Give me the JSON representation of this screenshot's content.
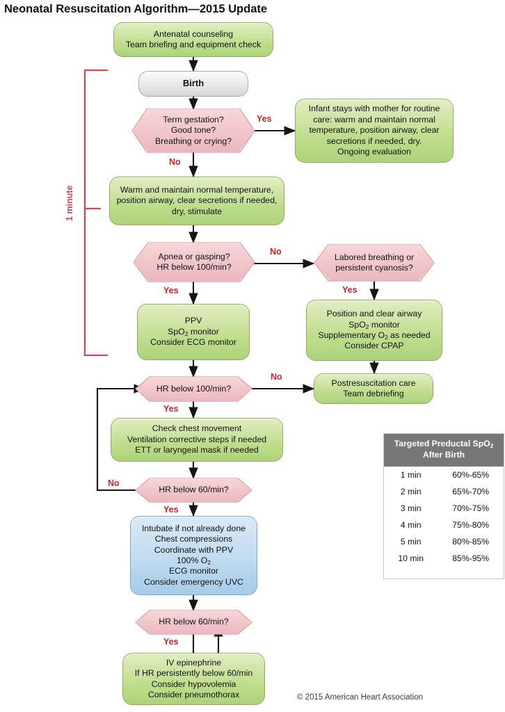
{
  "title": "Neonatal Resuscitation Algorithm—2015 Update",
  "copyright": "© 2015 American Heart Association",
  "colors": {
    "green_fill": "#c5e094",
    "blue_fill": "#c0dbf0",
    "grey_fill": "#e6e6e7",
    "pink_fill": "#f1c6ca",
    "label_red": "#d01f28",
    "bracket_red": "#d6474e",
    "table_header": "#77777a",
    "arrow_black": "#151515"
  },
  "bracket": {
    "label": "1 minute"
  },
  "nodes": {
    "antenatal": {
      "text": "Antenatal counseling\nTeam briefing and equipment check",
      "type": "process",
      "color": "green"
    },
    "birth": {
      "text": "Birth",
      "type": "terminator",
      "color": "grey"
    },
    "term_gestation": {
      "text": "Term gestation?\nGood tone?\nBreathing or crying?",
      "type": "decision"
    },
    "infant_stays": {
      "text": "Infant stays with mother for routine care: warm and maintain normal temperature, position airway, clear secretions if needed, dry.\nOngoing evaluation",
      "type": "process",
      "color": "green"
    },
    "warm_maintain": {
      "text": "Warm and maintain normal temperature, position airway, clear secretions if needed, dry, stimulate",
      "type": "process",
      "color": "green"
    },
    "apnea": {
      "text": "Apnea or gasping?\nHR below 100/min?",
      "type": "decision"
    },
    "labored": {
      "text": "Labored breathing or\npersistent cyanosis?",
      "type": "decision"
    },
    "ppv": {
      "text": "PPV\nSpO2 monitor\nConsider ECG monitor",
      "type": "process",
      "color": "green",
      "lines": [
        "PPV",
        "SpO|2| monitor",
        "Consider ECG monitor"
      ]
    },
    "position_clear": {
      "text": "Position and clear airway\nSpO2 monitor\nSupplementary O2 as needed\nConsider CPAP",
      "type": "process",
      "color": "green",
      "lines": [
        "Position and clear airway",
        "SpO|2| monitor",
        "Supplementary O|2| as needed",
        "Consider CPAP"
      ]
    },
    "hr100": {
      "text": "HR below 100/min?",
      "type": "decision"
    },
    "postresus": {
      "text": "Postresuscitation care\nTeam debriefing",
      "type": "process",
      "color": "green"
    },
    "check_chest": {
      "text": "Check chest movement\nVentilation corrective steps if needed\nETT or laryngeal mask if needed",
      "type": "process",
      "color": "green"
    },
    "hr60_a": {
      "text": "HR below 60/min?",
      "type": "decision"
    },
    "intubate": {
      "text": "Intubate if not already done\nChest compressions\nCoordinate with PPV\n100% O2\nECG monitor\nConsider emergency UVC",
      "type": "process",
      "color": "blue",
      "lines": [
        "Intubate if not already done",
        "Chest compressions",
        "Coordinate with PPV",
        "100% O|2|",
        "ECG monitor",
        "Consider emergency UVC"
      ]
    },
    "hr60_b": {
      "text": "HR below 60/min?",
      "type": "decision"
    },
    "epinephrine": {
      "text": "IV epinephrine\nIf HR persistently below 60/min\nConsider hypovolemia\nConsider pneumothorax",
      "type": "process",
      "color": "green"
    }
  },
  "edge_labels": {
    "term_yes": "Yes",
    "term_no": "No",
    "apnea_yes": "Yes",
    "apnea_no": "No",
    "labored_yes": "Yes",
    "hr100_yes": "Yes",
    "hr100_no": "No",
    "hr60a_yes": "Yes",
    "hr60a_no": "No",
    "hr60b_yes": "Yes"
  },
  "spo2_table": {
    "header_line1": "Targeted Preductal SpO2",
    "header_line2": "After Birth",
    "rows": [
      {
        "time": "1 min",
        "range": "60%-65%"
      },
      {
        "time": "2 min",
        "range": "65%-70%"
      },
      {
        "time": "3 min",
        "range": "70%-75%"
      },
      {
        "time": "4 min",
        "range": "75%-80%"
      },
      {
        "time": "5 min",
        "range": "80%-85%"
      },
      {
        "time": "10 min",
        "range": "85%-95%"
      }
    ]
  }
}
